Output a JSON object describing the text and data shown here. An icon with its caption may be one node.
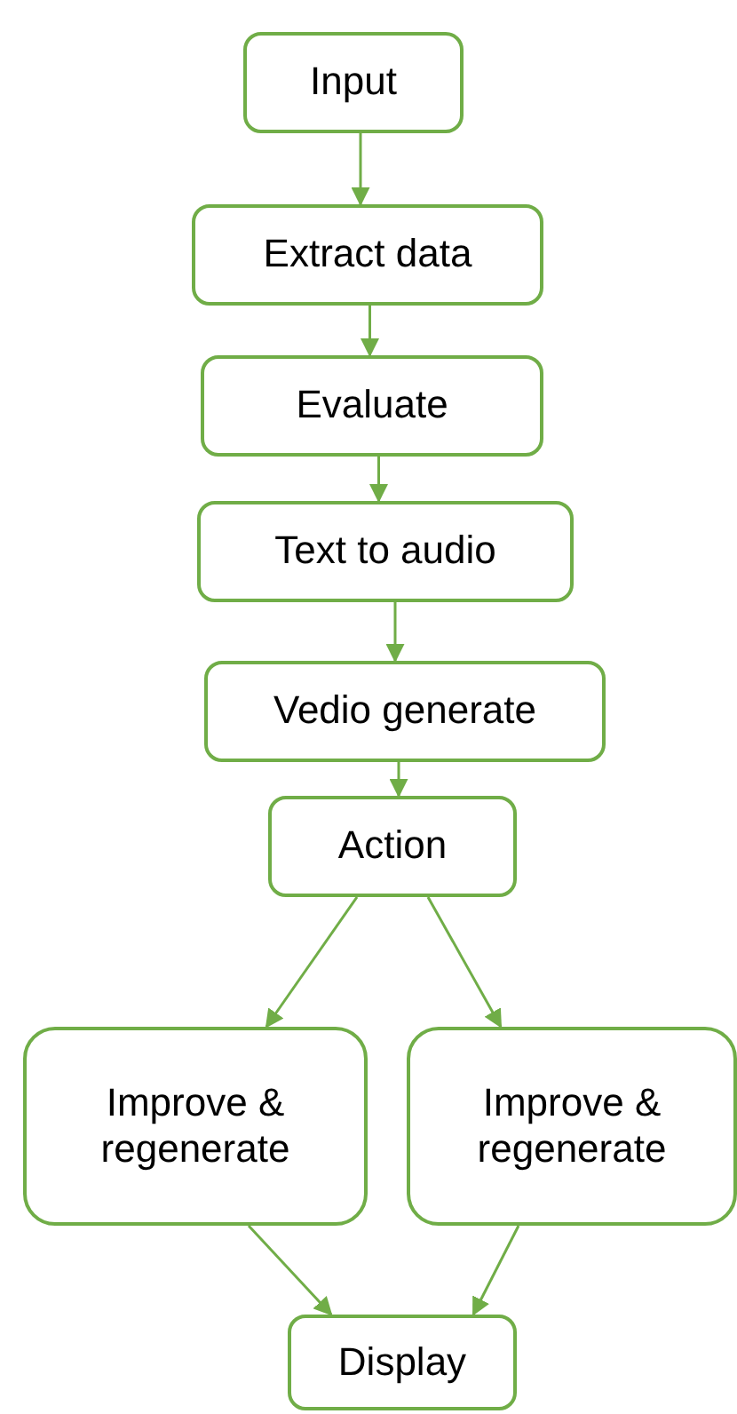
{
  "diagram": {
    "nodes": [
      {
        "text": [
          "Input"
        ]
      },
      {
        "text": [
          "Extract data"
        ]
      },
      {
        "text": [
          "Evaluate"
        ]
      },
      {
        "text": [
          "Text to audio"
        ]
      },
      {
        "text": [
          "Vedio generate"
        ]
      },
      {
        "text": [
          "Action"
        ]
      },
      {
        "text": [
          "Improve & regenerate"
        ]
      },
      {
        "text": [
          "Improve & regenerate"
        ]
      },
      {
        "text": [
          "Display"
        ]
      }
    ],
    "edges": [
      {
        "from": 0,
        "to": 1,
        "arrow": "to"
      },
      {
        "from": 1,
        "to": 2,
        "arrow": "to"
      },
      {
        "from": 2,
        "to": 3,
        "arrow": "to"
      },
      {
        "from": 3,
        "to": 4,
        "arrow": "to"
      },
      {
        "from": 4,
        "to": 5,
        "arrow": "to"
      },
      {
        "from": 5,
        "to": 6,
        "arrow": "to"
      },
      {
        "from": 5,
        "to": 7,
        "arrow": "to"
      },
      {
        "from": 6,
        "to": 8,
        "arrow": "to"
      },
      {
        "from": 7,
        "to": 8,
        "arrow": "to"
      }
    ]
  }
}
